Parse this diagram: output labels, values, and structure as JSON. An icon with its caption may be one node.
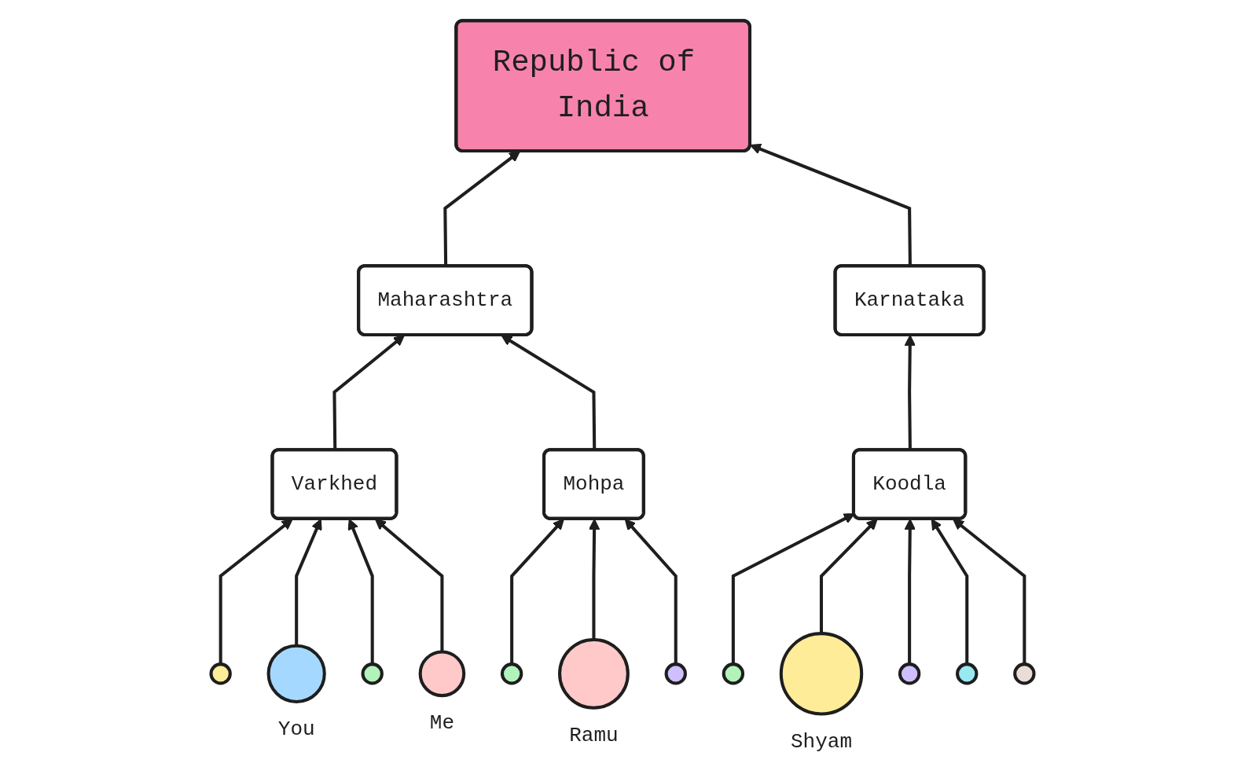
{
  "diagram": {
    "nodes": [
      {
        "text": [
          "Republic of India"
        ]
      },
      {
        "text": [
          "Maharashtra"
        ]
      },
      {
        "text": [
          "Karnataka"
        ]
      },
      {
        "text": [
          "Varkhed"
        ]
      },
      {
        "text": [
          "Mohpa"
        ]
      },
      {
        "text": [
          "Koodla"
        ]
      },
      {
        "text": [],
        "shape": "circle"
      },
      {
        "text": [],
        "shape": "circle",
        "beside": [
          "You"
        ]
      },
      {
        "text": [],
        "shape": "circle"
      },
      {
        "text": [],
        "shape": "circle",
        "beside": [
          "Me"
        ]
      },
      {
        "text": [],
        "shape": "circle"
      },
      {
        "text": [],
        "shape": "circle",
        "beside": [
          "Ramu"
        ]
      },
      {
        "text": [],
        "shape": "circle"
      },
      {
        "text": [],
        "shape": "circle"
      },
      {
        "text": [],
        "shape": "circle",
        "beside": [
          "Shyam"
        ]
      },
      {
        "text": [],
        "shape": "circle"
      },
      {
        "text": [],
        "shape": "circle"
      },
      {
        "text": [],
        "shape": "circle"
      }
    ],
    "edges": [
      {
        "from": 1,
        "to": 0,
        "arrow": "to"
      },
      {
        "from": 2,
        "to": 0,
        "arrow": "to"
      },
      {
        "from": 3,
        "to": 1,
        "arrow": "to"
      },
      {
        "from": 4,
        "to": 1,
        "arrow": "to"
      },
      {
        "from": 5,
        "to": 2,
        "arrow": "to"
      },
      {
        "from": 6,
        "to": 3,
        "arrow": "to"
      },
      {
        "from": 7,
        "to": 3,
        "arrow": "to"
      },
      {
        "from": 8,
        "to": 3,
        "arrow": "to"
      },
      {
        "from": 9,
        "to": 3,
        "arrow": "to"
      },
      {
        "from": 10,
        "to": 4,
        "arrow": "to"
      },
      {
        "from": 11,
        "to": 4,
        "arrow": "to"
      },
      {
        "from": 12,
        "to": 4,
        "arrow": "to"
      },
      {
        "from": 13,
        "to": 5,
        "arrow": "to"
      },
      {
        "from": 14,
        "to": 5,
        "arrow": "to"
      },
      {
        "from": 15,
        "to": 5,
        "arrow": "to"
      },
      {
        "from": 16,
        "to": 5,
        "arrow": "to"
      },
      {
        "from": 17,
        "to": 5,
        "arrow": "to"
      }
    ]
  }
}
